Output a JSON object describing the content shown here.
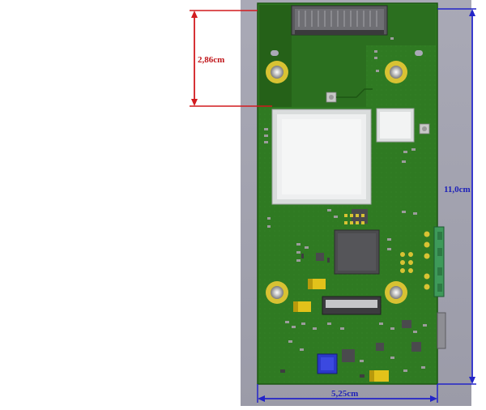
{
  "dimensions": {
    "connector_offset": "2,86cm",
    "board_length": "11,0cm",
    "board_width": "5,25cm"
  },
  "colors": {
    "board": "#2f7a22",
    "board_dark": "#236318",
    "background_panel": "#a7a7b4",
    "shield": "#e9eaea",
    "red_dimension": "#d21b1f",
    "blue_dimension": "#2324c8",
    "gold_pad": "#d8c233",
    "chip": "#4a4a4d"
  },
  "icons": [
    "mounting-hole-icon",
    "connector-icon",
    "antenna-connector-icon"
  ]
}
